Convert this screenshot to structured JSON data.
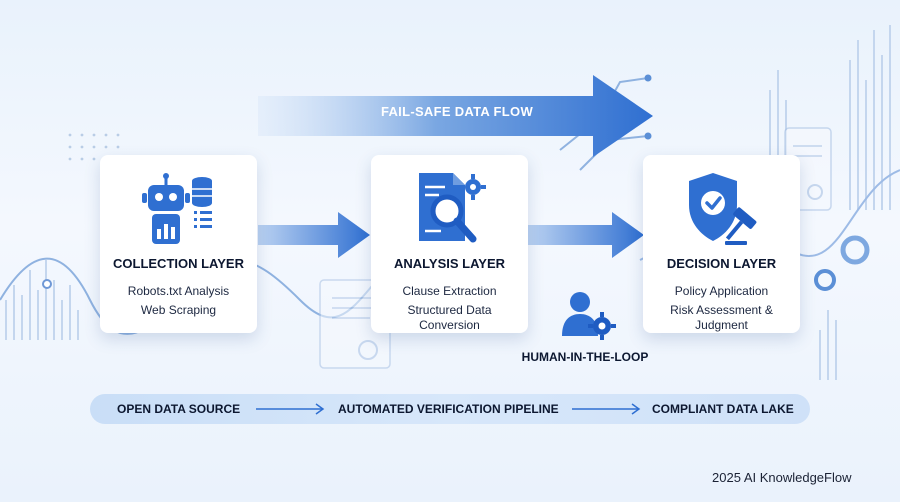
{
  "flow_banner": {
    "label": "FAIL-SAFE DATA FLOW"
  },
  "layers": [
    {
      "title": "COLLECTION LAYER",
      "lines": [
        "Robots.txt Analysis",
        "Web Scraping"
      ],
      "icon": "robot-database-icon"
    },
    {
      "title": "ANALYSIS LAYER",
      "lines": [
        "Clause Extraction",
        "Structured Data",
        "Conversion"
      ],
      "icon": "document-search-gear-icon"
    },
    {
      "title": "DECISION LAYER",
      "lines": [
        "Policy Application",
        "Risk Assessment &",
        "Judgment"
      ],
      "icon": "shield-gavel-icon"
    }
  ],
  "human_in_loop": {
    "label": "HUMAN-IN-THE-LOOP",
    "icon": "person-gear-icon"
  },
  "pipeline": {
    "stages": [
      "OPEN DATA SOURCE",
      "AUTOMATED VERIFICATION PIPELINE",
      "COMPLIANT DATA LAKE"
    ]
  },
  "credit": "2025 AI KnowledgeFlow",
  "colors": {
    "primary": "#2f6fd1",
    "accent": "#1f5cc2",
    "light": "#cfe1f8"
  }
}
